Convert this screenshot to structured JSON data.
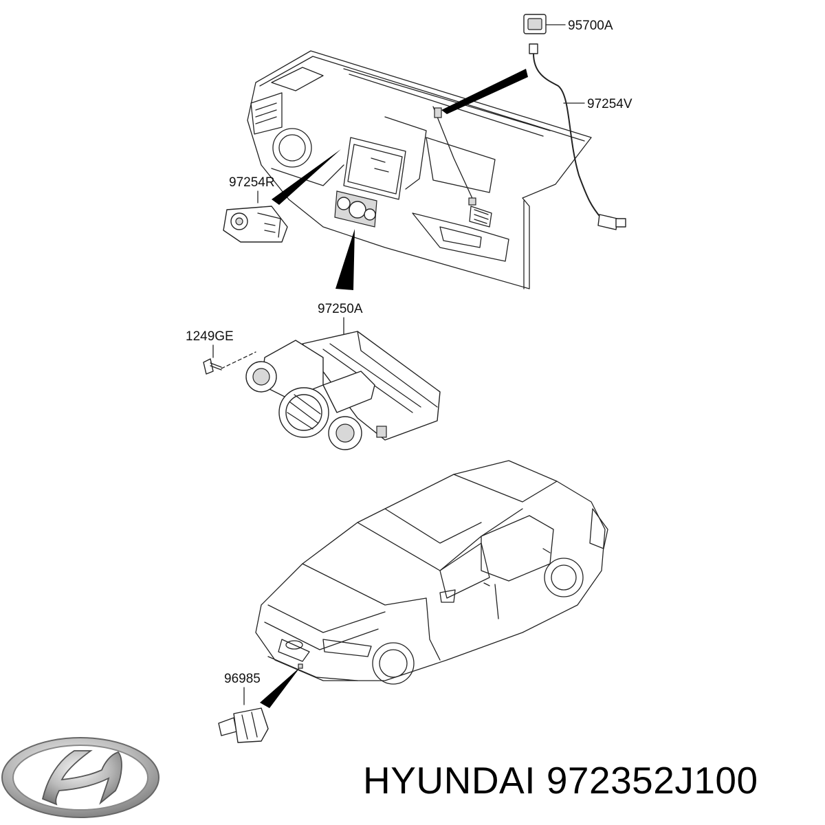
{
  "diagram": {
    "parts": [
      {
        "label": "95700A"
      },
      {
        "label": "97254V"
      },
      {
        "label": "97254R"
      },
      {
        "label": "97250A"
      },
      {
        "label": "1249GE"
      },
      {
        "label": "96985"
      }
    ]
  },
  "footer": {
    "brand": "HYUNDAI",
    "part_number": "972352J100"
  }
}
